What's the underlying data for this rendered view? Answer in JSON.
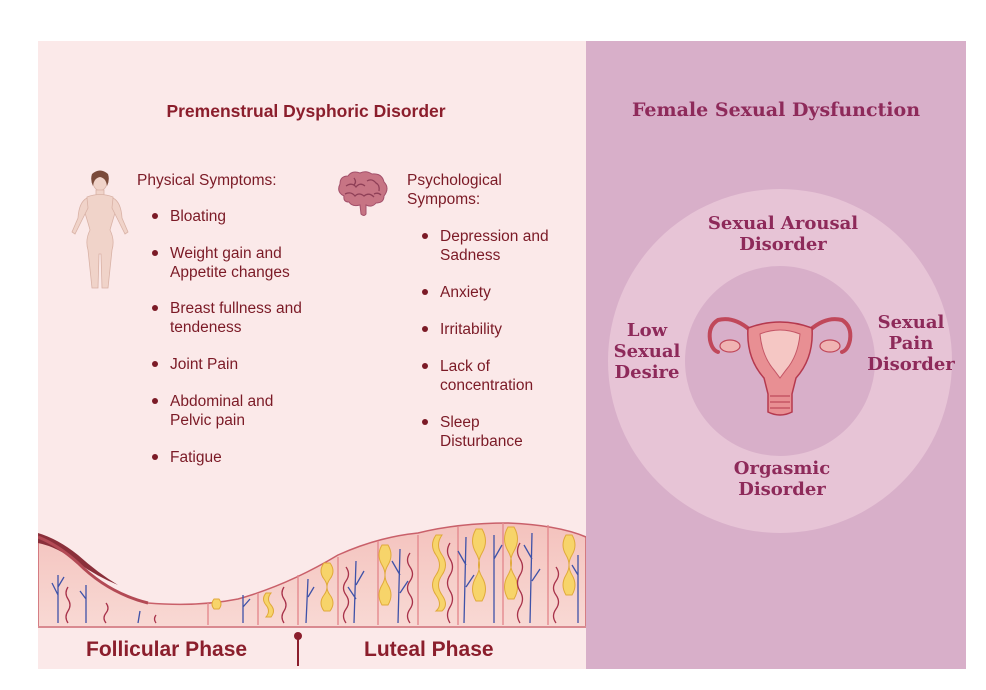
{
  "pmdd": {
    "title": "Premenstrual Dysphoric Disorder",
    "physical": {
      "heading": "Physical Symptoms:",
      "items": [
        "Bloating",
        "Weight gain and Appetite changes",
        "Breast fullness and tendeness",
        "Joint Pain",
        "Abdominal and Pelvic pain",
        "Fatigue"
      ]
    },
    "psychological": {
      "heading": "Psychological Sympoms:",
      "items": [
        "Depression and Sadness",
        "Anxiety",
        "Irritability",
        "Lack of concentration",
        "Sleep Disturbance"
      ]
    }
  },
  "phases": {
    "follicular": "Follicular Phase",
    "luteal": "Luteal Phase"
  },
  "fsd": {
    "title": "Female Sexual Dysfunction",
    "arousal": "Sexual Arousal Disorder",
    "low_desire": "Low Sexual Desire",
    "pain": "Sexual Pain Disorder",
    "orgasmic": "Orgasmic Disorder"
  },
  "icons": [
    "female-body-icon",
    "brain-icon",
    "uterus-icon"
  ],
  "colors": {
    "left_bg": "#fbe9e9",
    "right_bg": "#d8afc9",
    "left_title": "#8b1e2c",
    "right_title": "#8e2a5a",
    "text": "#7b1a26"
  }
}
